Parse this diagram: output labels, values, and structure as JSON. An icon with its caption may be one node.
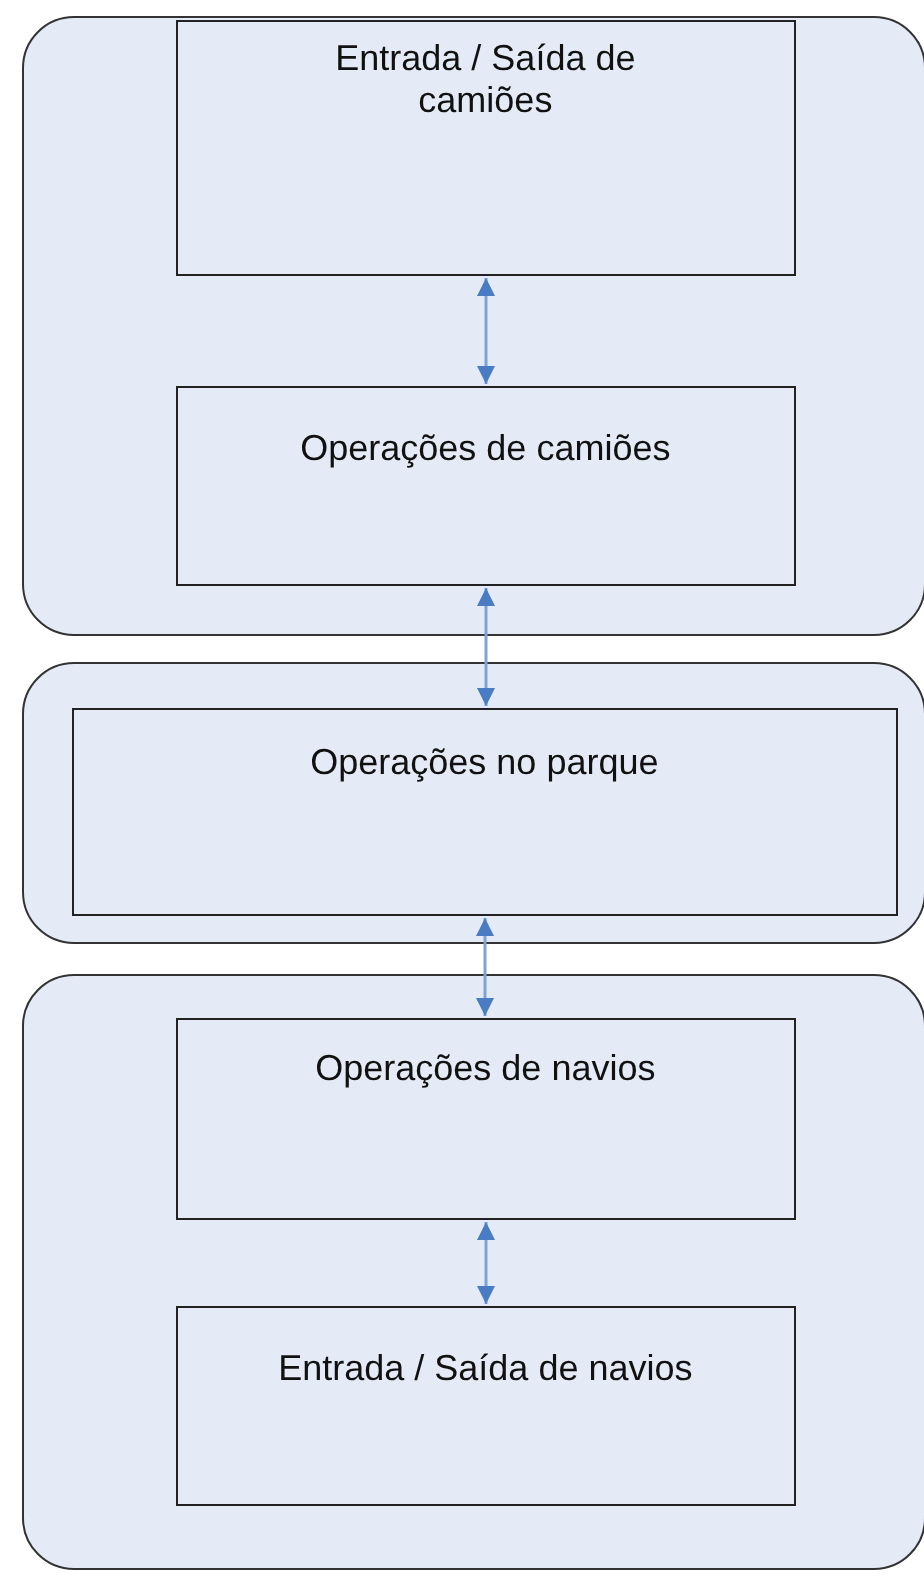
{
  "diagram": {
    "nodes": [
      {
        "text": [],
        "shape": "box"
      },
      {
        "text": [
          "Entrada / Saída de camiões"
        ],
        "in": 0
      },
      {
        "text": [
          "Operações de camiões"
        ],
        "in": 0
      },
      {
        "text": [],
        "shape": "box"
      },
      {
        "text": [
          "Operações no parque"
        ],
        "in": 3
      },
      {
        "text": [],
        "shape": "box"
      },
      {
        "text": [
          "Operações de navios"
        ],
        "in": 5
      },
      {
        "text": [
          "Entrada / Saída de navios"
        ],
        "in": 5
      }
    ],
    "edges": [
      {
        "from": 1,
        "to": 2,
        "arrow": "both"
      },
      {
        "from": 2,
        "to": 4,
        "arrow": "both"
      },
      {
        "from": 4,
        "to": 6,
        "arrow": "both"
      },
      {
        "from": 6,
        "to": 7,
        "arrow": "both"
      }
    ]
  }
}
